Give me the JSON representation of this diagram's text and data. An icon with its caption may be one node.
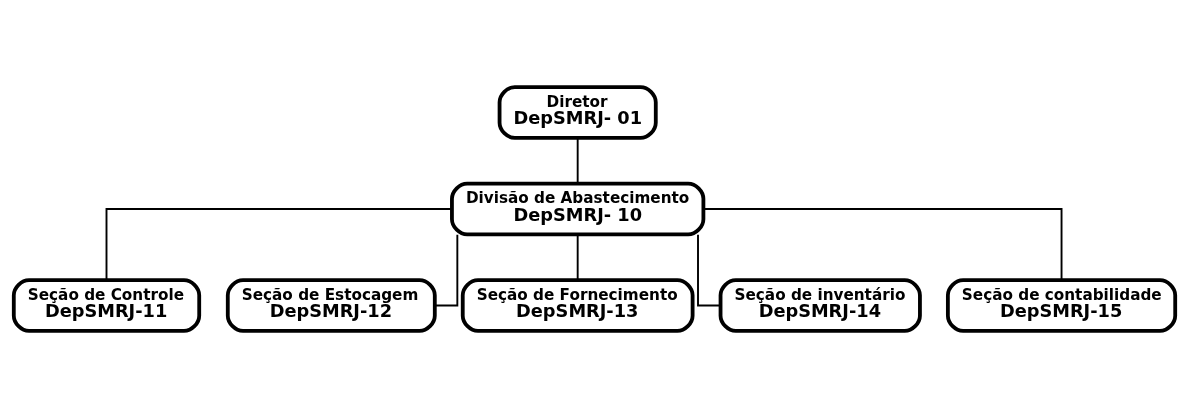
{
  "diagram": {
    "nodes": [
      {
        "text": [
          "Diretor",
          "DepSMRJ- 01"
        ]
      },
      {
        "text": [
          "Divisão de Abastecimento",
          "DepSMRJ- 10"
        ]
      },
      {
        "text": [
          "Seção de Controle",
          "DepSMRJ-11"
        ]
      },
      {
        "text": [
          "Seção de Estocagem",
          "DepSMRJ-12"
        ]
      },
      {
        "text": [
          "Seção de Fornecimento",
          "DepSMRJ-13"
        ]
      },
      {
        "text": [
          "Seção de inventário",
          "DepSMRJ-14"
        ]
      },
      {
        "text": [
          "Seção de contabilidade",
          "DepSMRJ-15"
        ]
      }
    ],
    "edges": [
      {
        "from": 0,
        "to": 1,
        "arrow": "none"
      },
      {
        "from": 1,
        "to": 2,
        "arrow": "none"
      },
      {
        "from": 1,
        "to": 3,
        "arrow": "none"
      },
      {
        "from": 1,
        "to": 4,
        "arrow": "none"
      },
      {
        "from": 1,
        "to": 5,
        "arrow": "none"
      },
      {
        "from": 1,
        "to": 6,
        "arrow": "none"
      }
    ]
  }
}
